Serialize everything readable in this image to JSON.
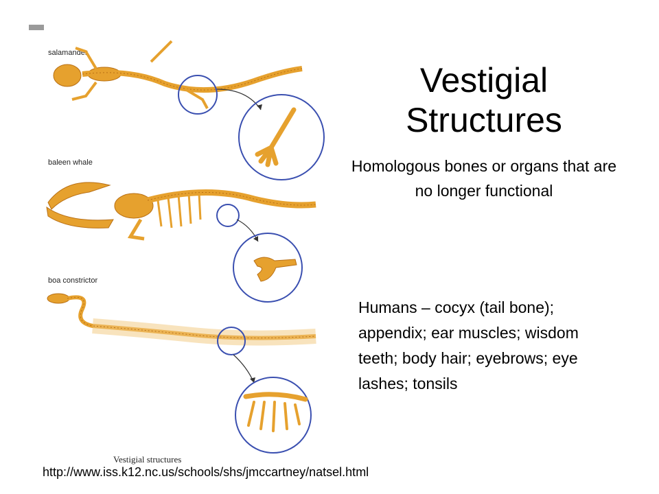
{
  "slide": {
    "title_line1": "Vestigial",
    "title_line2": "Structures",
    "subtitle": "Homologous bones or organs that are no longer functional",
    "body": "Humans – cocyx (tail bone); appendix; ear muscles; wisdom teeth; body hair; eyebrows; eye lashes; tonsils",
    "source_url": "http://www.iss.k12.nc.us/schools/shs/jmccartney/natsel.html"
  },
  "figure": {
    "labels": {
      "salamander": "salamander",
      "whale": "baleen whale",
      "boa": "boa constrictor"
    },
    "caption": "Vestigial structures",
    "colors": {
      "bone": "#e6a12e",
      "bone_dark": "#b86f14",
      "circle": "#3a4fb0"
    }
  }
}
